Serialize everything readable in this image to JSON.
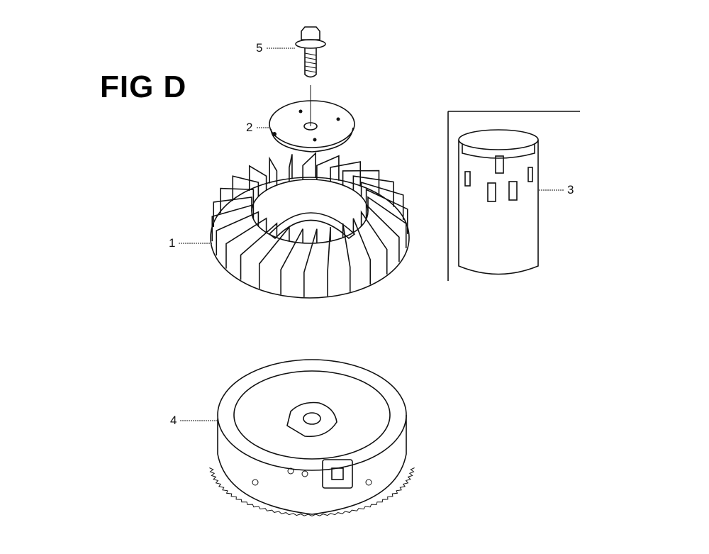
{
  "figure": {
    "title": "FIG D"
  },
  "callouts": [
    {
      "id": "5",
      "part": "bolt"
    },
    {
      "id": "2",
      "part": "plate"
    },
    {
      "id": "1",
      "part": "cooling-fan"
    },
    {
      "id": "3",
      "part": "sleeve"
    },
    {
      "id": "4",
      "part": "flywheel"
    }
  ],
  "colors": {
    "line": "#111111",
    "background": "#ffffff"
  }
}
